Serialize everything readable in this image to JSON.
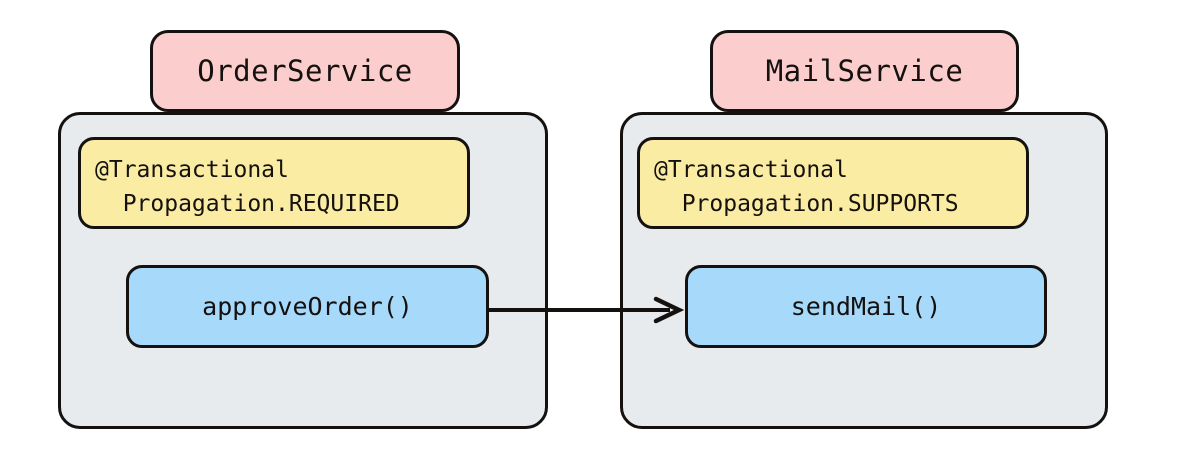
{
  "diagram": {
    "type": "sequence-call-diagram",
    "background_color": "#ffffff",
    "services": [
      {
        "id": "order-service",
        "title": "OrderService",
        "title_color": "#fbcdcd",
        "panel_color": "#e8ebed",
        "annotation": {
          "color": "#fbeca4",
          "lines": [
            "@Transactional",
            "  Propagation.REQUIRED"
          ],
          "line1": "@Transactional",
          "line2": "  Propagation.REQUIRED"
        },
        "method": {
          "label": "approveOrder()",
          "color": "#a7d9fb"
        }
      },
      {
        "id": "mail-service",
        "title": "MailService",
        "title_color": "#fbcdcd",
        "panel_color": "#e8ebed",
        "annotation": {
          "color": "#fbeca4",
          "lines": [
            "@Transactional",
            "  Propagation.SUPPORTS"
          ],
          "line1": "@Transactional",
          "line2": "  Propagation.SUPPORTS"
        },
        "method": {
          "label": "sendMail()",
          "color": "#a7d9fb"
        }
      }
    ],
    "connector": {
      "from": "approveOrder()",
      "to": "sendMail()",
      "label": "",
      "color": "#14110f",
      "style": "solid-arrow"
    },
    "stroke_color": "#14110f"
  }
}
